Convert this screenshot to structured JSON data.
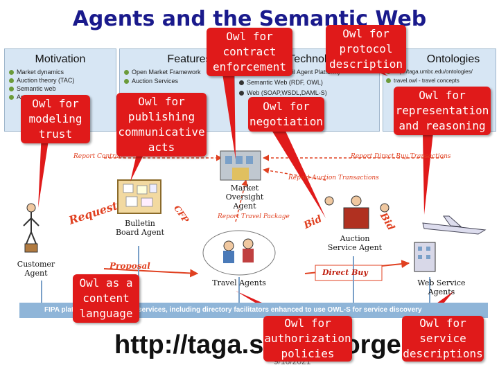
{
  "title": "Agents and the Semantic Web",
  "panels": {
    "motivation": {
      "heading": "Motivation",
      "items": [
        "Market dynamics",
        "Auction theory (TAC)",
        "Semantic web",
        "Agent"
      ]
    },
    "features": {
      "heading": "Features",
      "items": [
        "Open Market Framework",
        "Auction Services"
      ]
    },
    "technologies": {
      "heading": "Technologies",
      "items": [
        "FIPA (JADE, April Agent Platform)",
        "Semantic Web (RDF, OWL)",
        "Web (SOAP,WSDL,DAML-S)"
      ]
    },
    "ontologies": {
      "heading": "Ontologies",
      "items": [
        "http://taga.umbc.edu/ontologies/",
        "travel.owl - travel concepts"
      ]
    }
  },
  "callouts": {
    "contract": "Owl for contract enforcement",
    "protocol": "Owl for protocol description",
    "trust": "Owl for modeling trust",
    "publishing": "Owl for publishing communicative acts",
    "negotiation": "Owl for negotiation",
    "representation": "Owl for representation and reasoning",
    "content": "Owl as a content language",
    "authorization": "Owl for authorization policies",
    "service": "Owl for service descriptions"
  },
  "agents": {
    "market": "Market Oversight Agent",
    "bulletin": "Bulletin Board Agent",
    "customer": "Customer Agent",
    "travel": "Travel Agents",
    "auction": "Auction Service Agent",
    "webservice": "Web Service Agents"
  },
  "flows": {
    "report_contract": "Report Contract",
    "report_direct": "Report Direct Buy Transactions",
    "report_auction": "Report Auction Transactions",
    "report_travel": "Report Travel Package",
    "request": "Request",
    "cfp": "CFP",
    "bid_left": "Bid",
    "bid_right": "Bid",
    "proposal": "Proposal",
    "direct_buy": "Direct Buy"
  },
  "footer": {
    "bar_text": "FIPA platform infrastructure services, including directory facilitators enhanced to use OWL-S for service discovery",
    "url": "http://taga.sourceforge.net/",
    "date": "9/16/2021"
  },
  "colors": {
    "title": "#1a1a8c",
    "callout": "#e01a1a",
    "panel": "#d7e6f4",
    "flow": "#e04020",
    "footer_bar": "#8fb5d8"
  }
}
